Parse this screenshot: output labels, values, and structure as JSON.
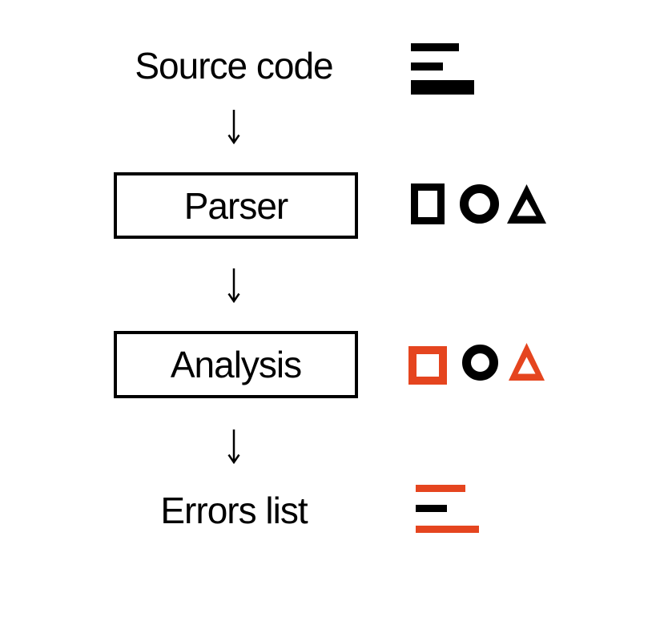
{
  "colors": {
    "ink": "#000000",
    "accent": "#E5451F",
    "background": "#FFFFFF"
  },
  "flow": {
    "nodes": [
      {
        "id": "source-code",
        "label": "Source code",
        "kind": "plain-label"
      },
      {
        "id": "parser",
        "label": "Parser",
        "kind": "boxed"
      },
      {
        "id": "analysis",
        "label": "Analysis",
        "kind": "boxed"
      },
      {
        "id": "errors-list",
        "label": "Errors list",
        "kind": "plain-label"
      }
    ],
    "connections": [
      {
        "from": "source-code",
        "to": "parser"
      },
      {
        "from": "parser",
        "to": "analysis"
      },
      {
        "from": "analysis",
        "to": "errors-list"
      }
    ]
  },
  "icons": [
    {
      "name": "source-code-lines-icon",
      "row": "Source code",
      "bar_colors": [
        "ink",
        "ink",
        "ink"
      ]
    },
    {
      "name": "parser-shapes-icon",
      "row": "Parser",
      "shapes": [
        "square",
        "circle",
        "triangle"
      ],
      "shape_colors": [
        "ink",
        "ink",
        "ink"
      ]
    },
    {
      "name": "analysis-shapes-icon",
      "row": "Analysis",
      "shapes": [
        "square",
        "circle",
        "triangle"
      ],
      "shape_colors": [
        "accent",
        "ink",
        "accent"
      ]
    },
    {
      "name": "errors-list-lines-icon",
      "row": "Errors list",
      "bar_colors": [
        "accent",
        "ink",
        "accent"
      ]
    }
  ]
}
